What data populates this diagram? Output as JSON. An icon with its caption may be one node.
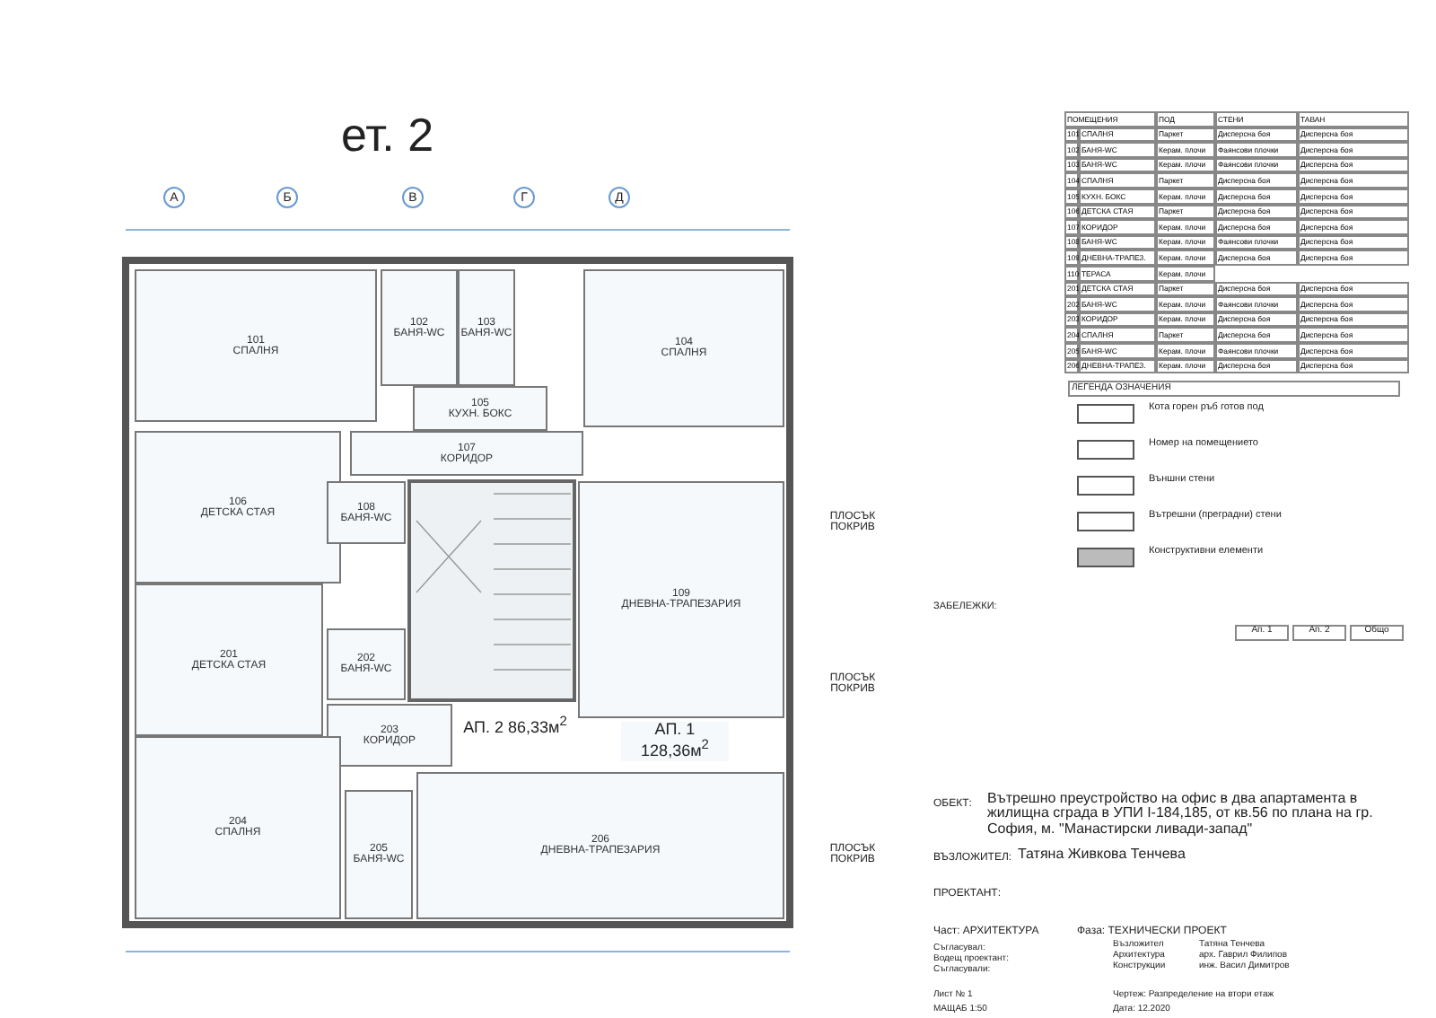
{
  "diagram": {
    "title": "ет. 2",
    "nodes": [
      {
        "text": [
          "101",
          "СПАЛНЯ"
        ]
      },
      {
        "text": [
          "102",
          "БАНЯ-WC"
        ]
      },
      {
        "text": [
          "103",
          "БАНЯ-WC"
        ]
      },
      {
        "text": [
          "104",
          "СПАЛНЯ"
        ]
      },
      {
        "text": [
          "105",
          "КУХН. БОКС"
        ]
      },
      {
        "text": [
          "107",
          "КОРИДОР"
        ]
      },
      {
        "text": [
          "106",
          "ДЕТСКА СТАЯ"
        ]
      },
      {
        "text": [
          "108",
          "БАНЯ-WC"
        ]
      },
      {
        "text": [
          "109",
          "ДНЕВНА-ТРАПЕЗАРИЯ"
        ]
      },
      {
        "text": [
          "201",
          "ДЕТСКА СТАЯ"
        ]
      },
      {
        "text": [
          "202",
          "БАНЯ-WC"
        ]
      },
      {
        "text": [
          "203",
          "КОРИДОР"
        ]
      },
      {
        "text": [
          "204",
          "СПАЛНЯ"
        ]
      },
      {
        "text": [
          "205",
          "БАНЯ-WC"
        ]
      },
      {
        "text": [
          "206",
          "ДНЕВНА-ТРАПЕЗАРИЯ"
        ]
      }
    ],
    "labels": [
      "А",
      "Б",
      "В",
      "Г",
      "Д",
      "ПОМЕЩЕНИЯ",
      "ПОД",
      "СТЕНИ",
      "ТАВАН",
      "101",
      "СПАЛНЯ",
      "Паркет",
      "Дисперсна боя",
      "Дисперсна боя",
      "102",
      "БАНЯ-WC",
      "Керам. плочи",
      "Фаянсови плочки",
      "Дисперсна боя",
      "103",
      "БАНЯ-WC",
      "Керам. плочи",
      "Фаянсови плочки",
      "Дисперсна боя",
      "104",
      "СПАЛНЯ",
      "Паркет",
      "Дисперсна боя",
      "Дисперсна боя",
      "105",
      "КУХН. БОКС",
      "Керам. плочи",
      "Дисперсна боя",
      "Дисперсна боя",
      "106",
      "ДЕТСКА СТАЯ",
      "Паркет",
      "Дисперсна боя",
      "Дисперсна боя",
      "107",
      "КОРИДОР",
      "Керам. плочи",
      "Дисперсна боя",
      "Дисперсна боя",
      "108",
      "БАНЯ-WC",
      "Керам. плочи",
      "Фаянсови плочки",
      "Дисперсна боя",
      "109",
      "ДНЕВНА-ТРАПЕЗ.",
      "Керам. плочи",
      "Дисперсна боя",
      "Дисперсна боя",
      "110",
      "ТЕРАСА",
      "Керам. плочи",
      "201",
      "ДЕТСКА СТАЯ",
      "Паркет",
      "Дисперсна боя",
      "Дисперсна боя",
      "202",
      "БАНЯ-WC",
      "Керам. плочи",
      "Фаянсови плочки",
      "Дисперсна боя",
      "203",
      "КОРИДОР",
      "Керам. плочи",
      "Дисперсна боя",
      "Дисперсна боя",
      "204",
      "СПАЛНЯ",
      "Паркет",
      "Дисперсна боя",
      "Дисперсна боя",
      "205",
      "БАНЯ-WC",
      "Керам. плочи",
      "Фаянсови плочки",
      "Дисперсна боя",
      "206",
      "ДНЕВНА-ТРАПЕЗ.",
      "Керам. плочи",
      "Дисперсна боя",
      "Дисперсна боя",
      "ЛЕГЕНДА ОЗНАЧЕНИЯ",
      "ЗАБЕЛЕЖКИ:",
      "Ап. 1",
      "Ап. 2",
      "Общо",
      "ПЛОСЪК ПОКРИВ",
      "ПЛОСЪК ПОКРИВ",
      "ПЛОСЪК ПОКРИВ",
      "АП. 1 128,36м$^{2}$",
      "АП. 2 86,33м$^{2}$",
      "ОБЕКТ:",
      "Вътрешно преустройство на офис в два апартамента в жилищна сграда в УПИ I-184,185, от кв.56 по плана на гр. София, м. \"Манастирски ливади-запад\"",
      "ВЪЗЛОЖИТЕЛ:",
      "Татяна Живкова Тенчева",
      "ПРОЕКТАНТ:",
      "Част: АРХИТЕКТУРА",
      "Фаза: ТЕХНИЧЕСКИ ПРОЕКТ",
      "Съгласувал:",
      "Водещ проектант:",
      "Съгласували:",
      "Възложител",
      "Татяна Тенчева",
      "Архитектура",
      "арх. Гаврил Филипов",
      "Конструкции",
      "инж. Васил Димитров",
      "Лист № 1",
      "Чертеж: Разпределение на втори етаж",
      "МАЩАБ 1:50",
      "Дата: 12.2020"
    ],
    "legend": [
      {
        "text": "Кота горен ръб готов под"
      },
      {
        "text": "Номер на помещението"
      },
      {
        "text": "Външни стени"
      },
      {
        "text": "Вътрешни (преградни) стени"
      },
      {
        "text": "Конструктивни елементи"
      }
    ]
  }
}
